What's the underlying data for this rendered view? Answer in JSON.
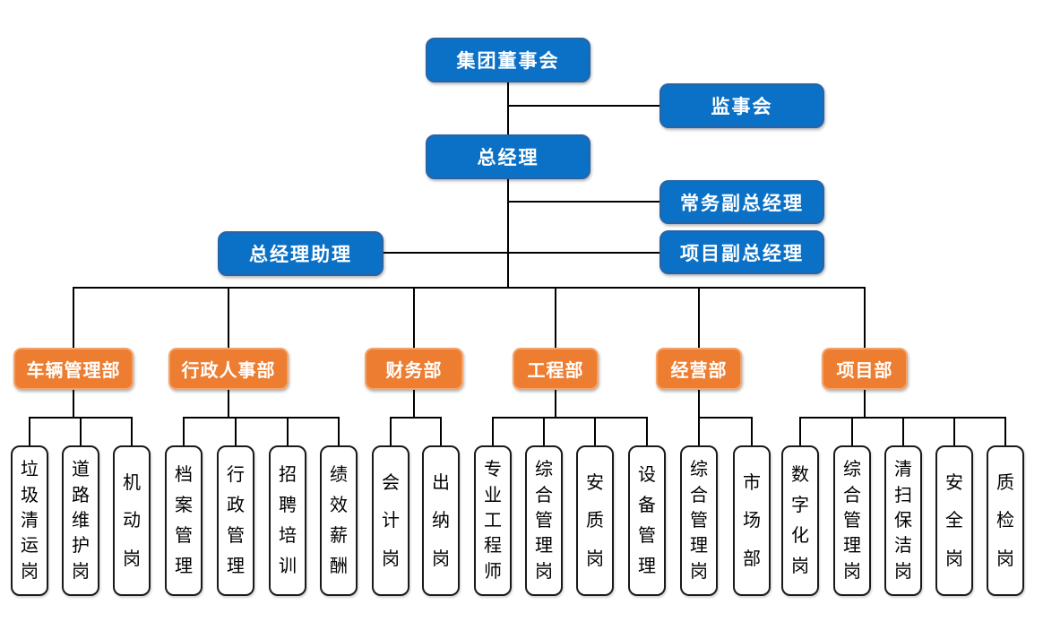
{
  "colors": {
    "executive_fill": "#0B71C6",
    "executive_border": "#2A63A4",
    "executive_text": "#FFFFFF",
    "department_fill": "#ED7D31",
    "department_border": "#F4A468",
    "department_text": "#FFFFFF",
    "position_fill": "#FFFFFF",
    "position_border": "#1A1A1A",
    "position_text": "#000000",
    "connector": "#000000"
  },
  "org": {
    "board": {
      "label": "集团董事会"
    },
    "supervisory": {
      "label": "监事会"
    },
    "general_manager": {
      "label": "总经理"
    },
    "executive_deputy_gm": {
      "label": "常务副总经理"
    },
    "gm_assistant": {
      "label": "总经理助理"
    },
    "project_deputy_gm": {
      "label": "项目副总经理"
    },
    "departments": [
      {
        "label": "车辆管理部",
        "positions": [
          "垃圾清运岗",
          "道路维护岗",
          "机动岗"
        ]
      },
      {
        "label": "行政人事部",
        "positions": [
          "档案管理",
          "行政管理",
          "招聘培训",
          "绩效薪酬"
        ]
      },
      {
        "label": "财务部",
        "positions": [
          "会计岗",
          "出纳岗"
        ]
      },
      {
        "label": "工程部",
        "positions": [
          "专业工程师",
          "综合管理岗",
          "安质岗",
          "设备管理"
        ]
      },
      {
        "label": "经营部",
        "positions": [
          "综合管理岗",
          "市场部"
        ]
      },
      {
        "label": "项目部",
        "positions": [
          "数字化岗",
          "综合管理岗",
          "清扫保洁岗",
          "安全岗",
          "质检岗"
        ]
      }
    ]
  }
}
